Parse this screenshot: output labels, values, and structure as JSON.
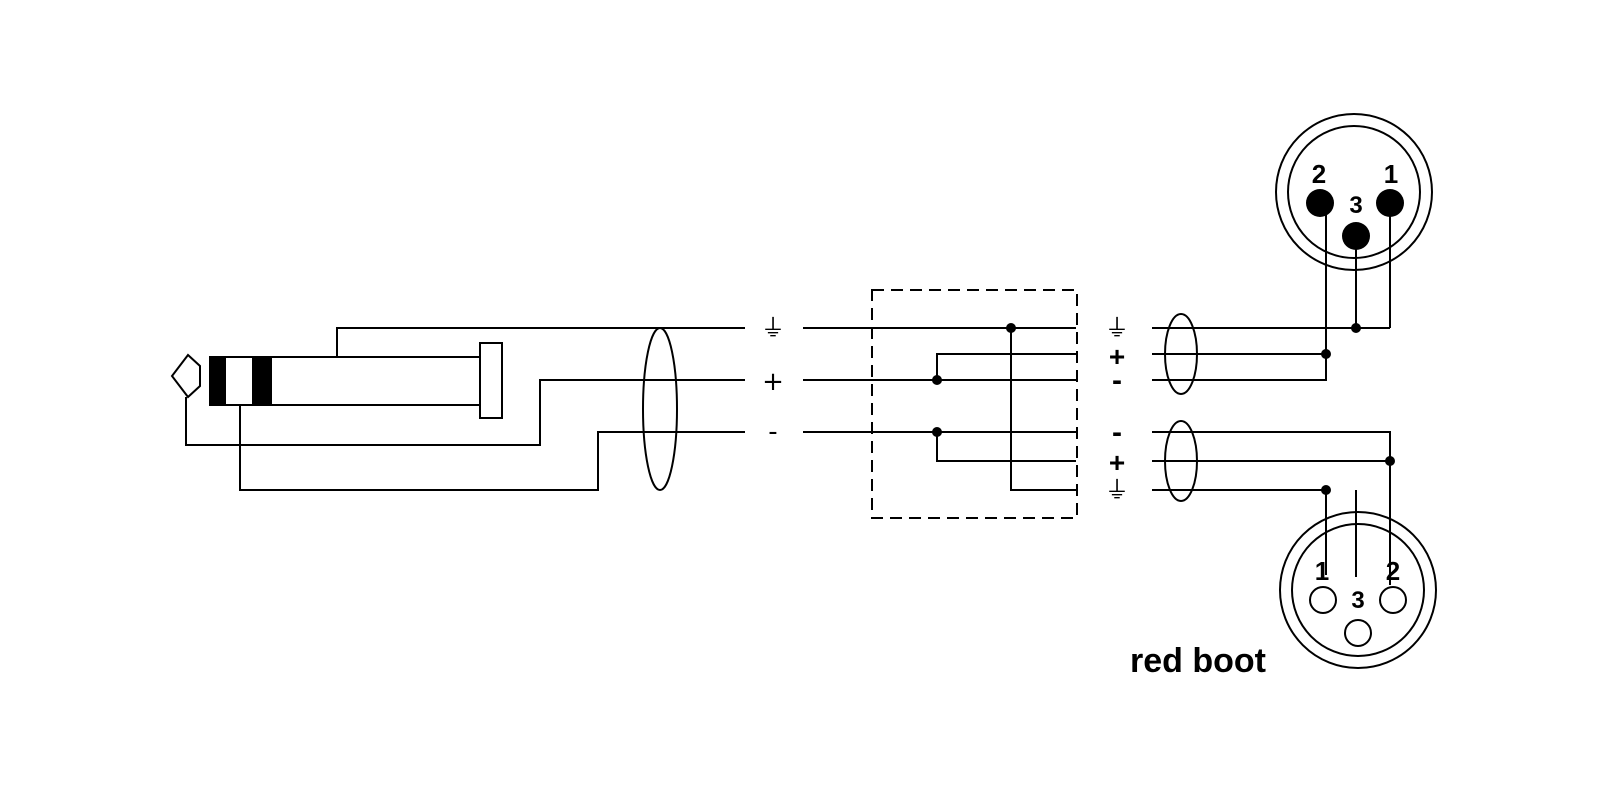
{
  "labels": {
    "ground": "⏚",
    "plus": "+",
    "minus": "-",
    "xlr_male_pin_1": "1",
    "xlr_male_pin_2": "2",
    "xlr_male_pin_3": "3",
    "xlr_female_pin_1": "1",
    "xlr_female_pin_2": "2",
    "xlr_female_pin_3": "3",
    "boot_note": "red boot"
  }
}
